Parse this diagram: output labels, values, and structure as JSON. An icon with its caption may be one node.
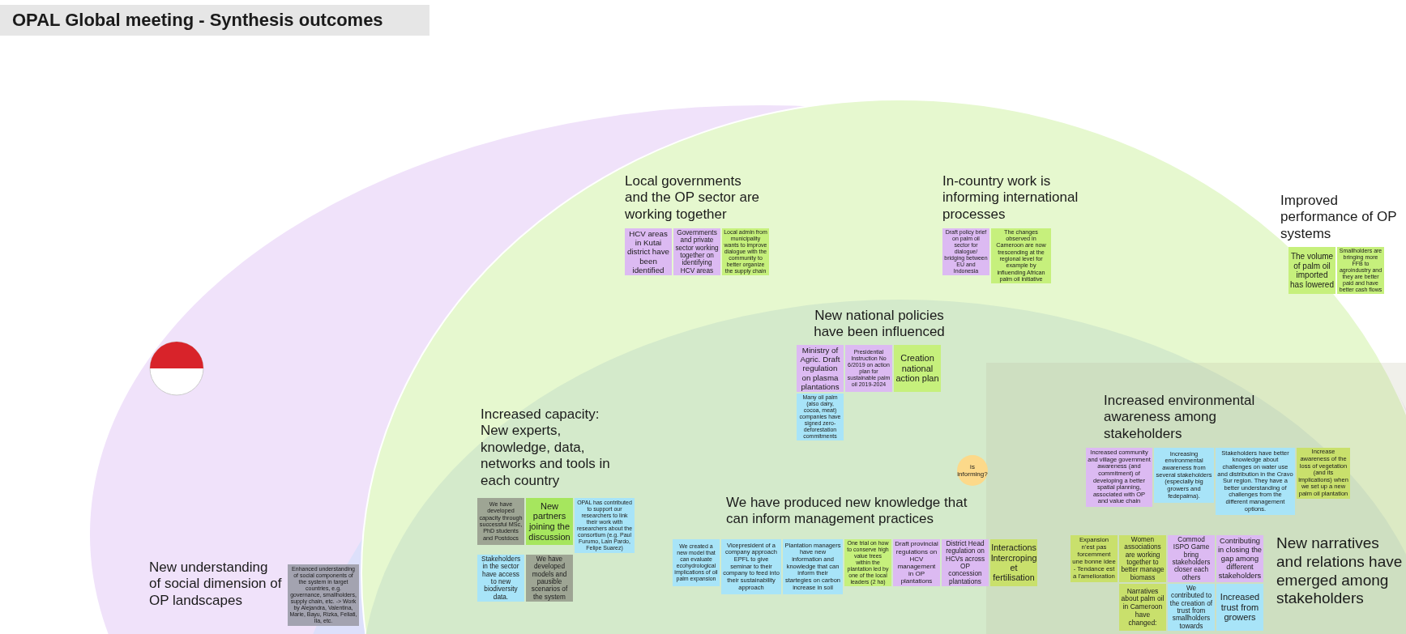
{
  "diagram": {
    "title": "OPAL Global meeting - Synthesis outcomes",
    "nodes": [
      {
        "text": [
          "HCV areas in Kutai district have been identified"
        ]
      },
      {
        "text": [
          "Governments and private sector working together on identifying HCV areas"
        ]
      },
      {
        "text": [
          "Local admin from municipality wants to improve dialogue with the community to better organize the supply chain"
        ]
      },
      {
        "text": [
          "Draft policy brief on palm oil sector for dialogue/ bridging between EU and Indonesia"
        ]
      },
      {
        "text": [
          "The changes observed in Cameroon are now trescending at the regional level for example by influending African palm oil initiative"
        ]
      },
      {
        "text": [
          "The volume of palm oil imported has lowered"
        ]
      },
      {
        "text": [
          "Smallholders are bringing more FFB to agroindustry and they are better paid and have better cash flows"
        ]
      },
      {
        "text": [
          "Ministry of Agric. Draft regulation on plasma plantations"
        ]
      },
      {
        "text": [
          "Presidential Instruction No 6/2019 on action plan for sustainable palm oil 2019-2024"
        ]
      },
      {
        "text": [
          "Creation national action plan"
        ]
      },
      {
        "text": [
          "Many oil palm (also dairy, cocoa, meat) companies have signed zero-deforestation commitments"
        ]
      },
      {
        "text": [
          "is informing?"
        ]
      },
      {
        "text": [
          "We have developed capacity through successful MSc, PhD students and Postdocs"
        ]
      },
      {
        "text": [
          "New partners joining the discussion"
        ]
      },
      {
        "text": [
          "OPAL has contributed to support our researchers to link their work with researchers about the consortium (e.g. Paul Furumo, Lain Pardo, Felipe Suarez)"
        ]
      },
      {
        "text": [
          "Stakeholders in the sector have access to new biodiversity data."
        ]
      },
      {
        "text": [
          "We have developed models and pausible scenarios of the system"
        ]
      },
      {
        "text": [
          "Increased community and village government awareness (and commitment) of developing a better spatial planning, associated with OP and value chain"
        ]
      },
      {
        "text": [
          "Increasing environmental awareness from several stakeholders (especially big growers and fedepalma)."
        ]
      },
      {
        "text": [
          "Stakeholders have better knowledge about challenges on water use and distribution in the Cravo Sur region. They have a better understanding of challenges from the different management options."
        ]
      },
      {
        "text": [
          "Increase awareness of the loss of vegetation (and its implications) when we set up a new palm oil plantation"
        ]
      },
      {
        "text": [
          "Enhanced understanding of social components of the system in target countries, e.g. governance, smallholders, supply chain, etc. -> Work by Alejandra, Valentina, Marie, Bayu, Rizka, Feliati, Ila, etc."
        ]
      },
      {
        "text": [
          "We created a new model that can evaluate ecohydrological implications of oil palm expansion"
        ]
      },
      {
        "text": [
          "Vicepresident of a company approach EPFL to give seminar to their company to feed into their sustainability approach"
        ]
      },
      {
        "text": [
          "Plantation managers have new information and knowledge that can inform their startegies on carbon increase in soil"
        ]
      },
      {
        "text": [
          "One trial on how to conserve high value trees within the plantation led by one of the local leaders (2 ha)"
        ]
      },
      {
        "text": [
          "Draft provincial regulations on HCV management in OP plantations"
        ]
      },
      {
        "text": [
          "District Head regulation on HCVs across OP concession plantations"
        ]
      },
      {
        "text": [
          "Interactions Intercroping et fertilisation"
        ]
      },
      {
        "text": [
          "Expansion n'est pas forcemment une bonne idee - Tendance est a l'amelioration"
        ]
      },
      {
        "text": [
          "Women associations are working together to better manage biomass"
        ]
      },
      {
        "text": [
          "Commod ISPO Game bring stakeholders closer each others"
        ]
      },
      {
        "text": [
          "Contributing in closing the gap among different stakeholders"
        ]
      },
      {
        "text": [
          "Narratives about palm oil in Cameroon have changed:"
        ]
      },
      {
        "text": [
          "We contributed to the creation of trust from smallholders towards"
        ]
      },
      {
        "text": [
          "Increased trust from growers"
        ]
      }
    ],
    "labels": [
      "Local governments and the OP sector are working together",
      "In-country work is informing international processes",
      "Improved performance of OP systems",
      "New national policies have been influenced",
      "Increased environmental awareness among stakeholders",
      "Increased capacity: New experts, knowledge, data, networks and tools in each country",
      "We have produced new knowledge that can inform management practices",
      "New understanding of social dimension of OP landscapes",
      "New narratives and relations have emerged among stakeholders"
    ]
  }
}
